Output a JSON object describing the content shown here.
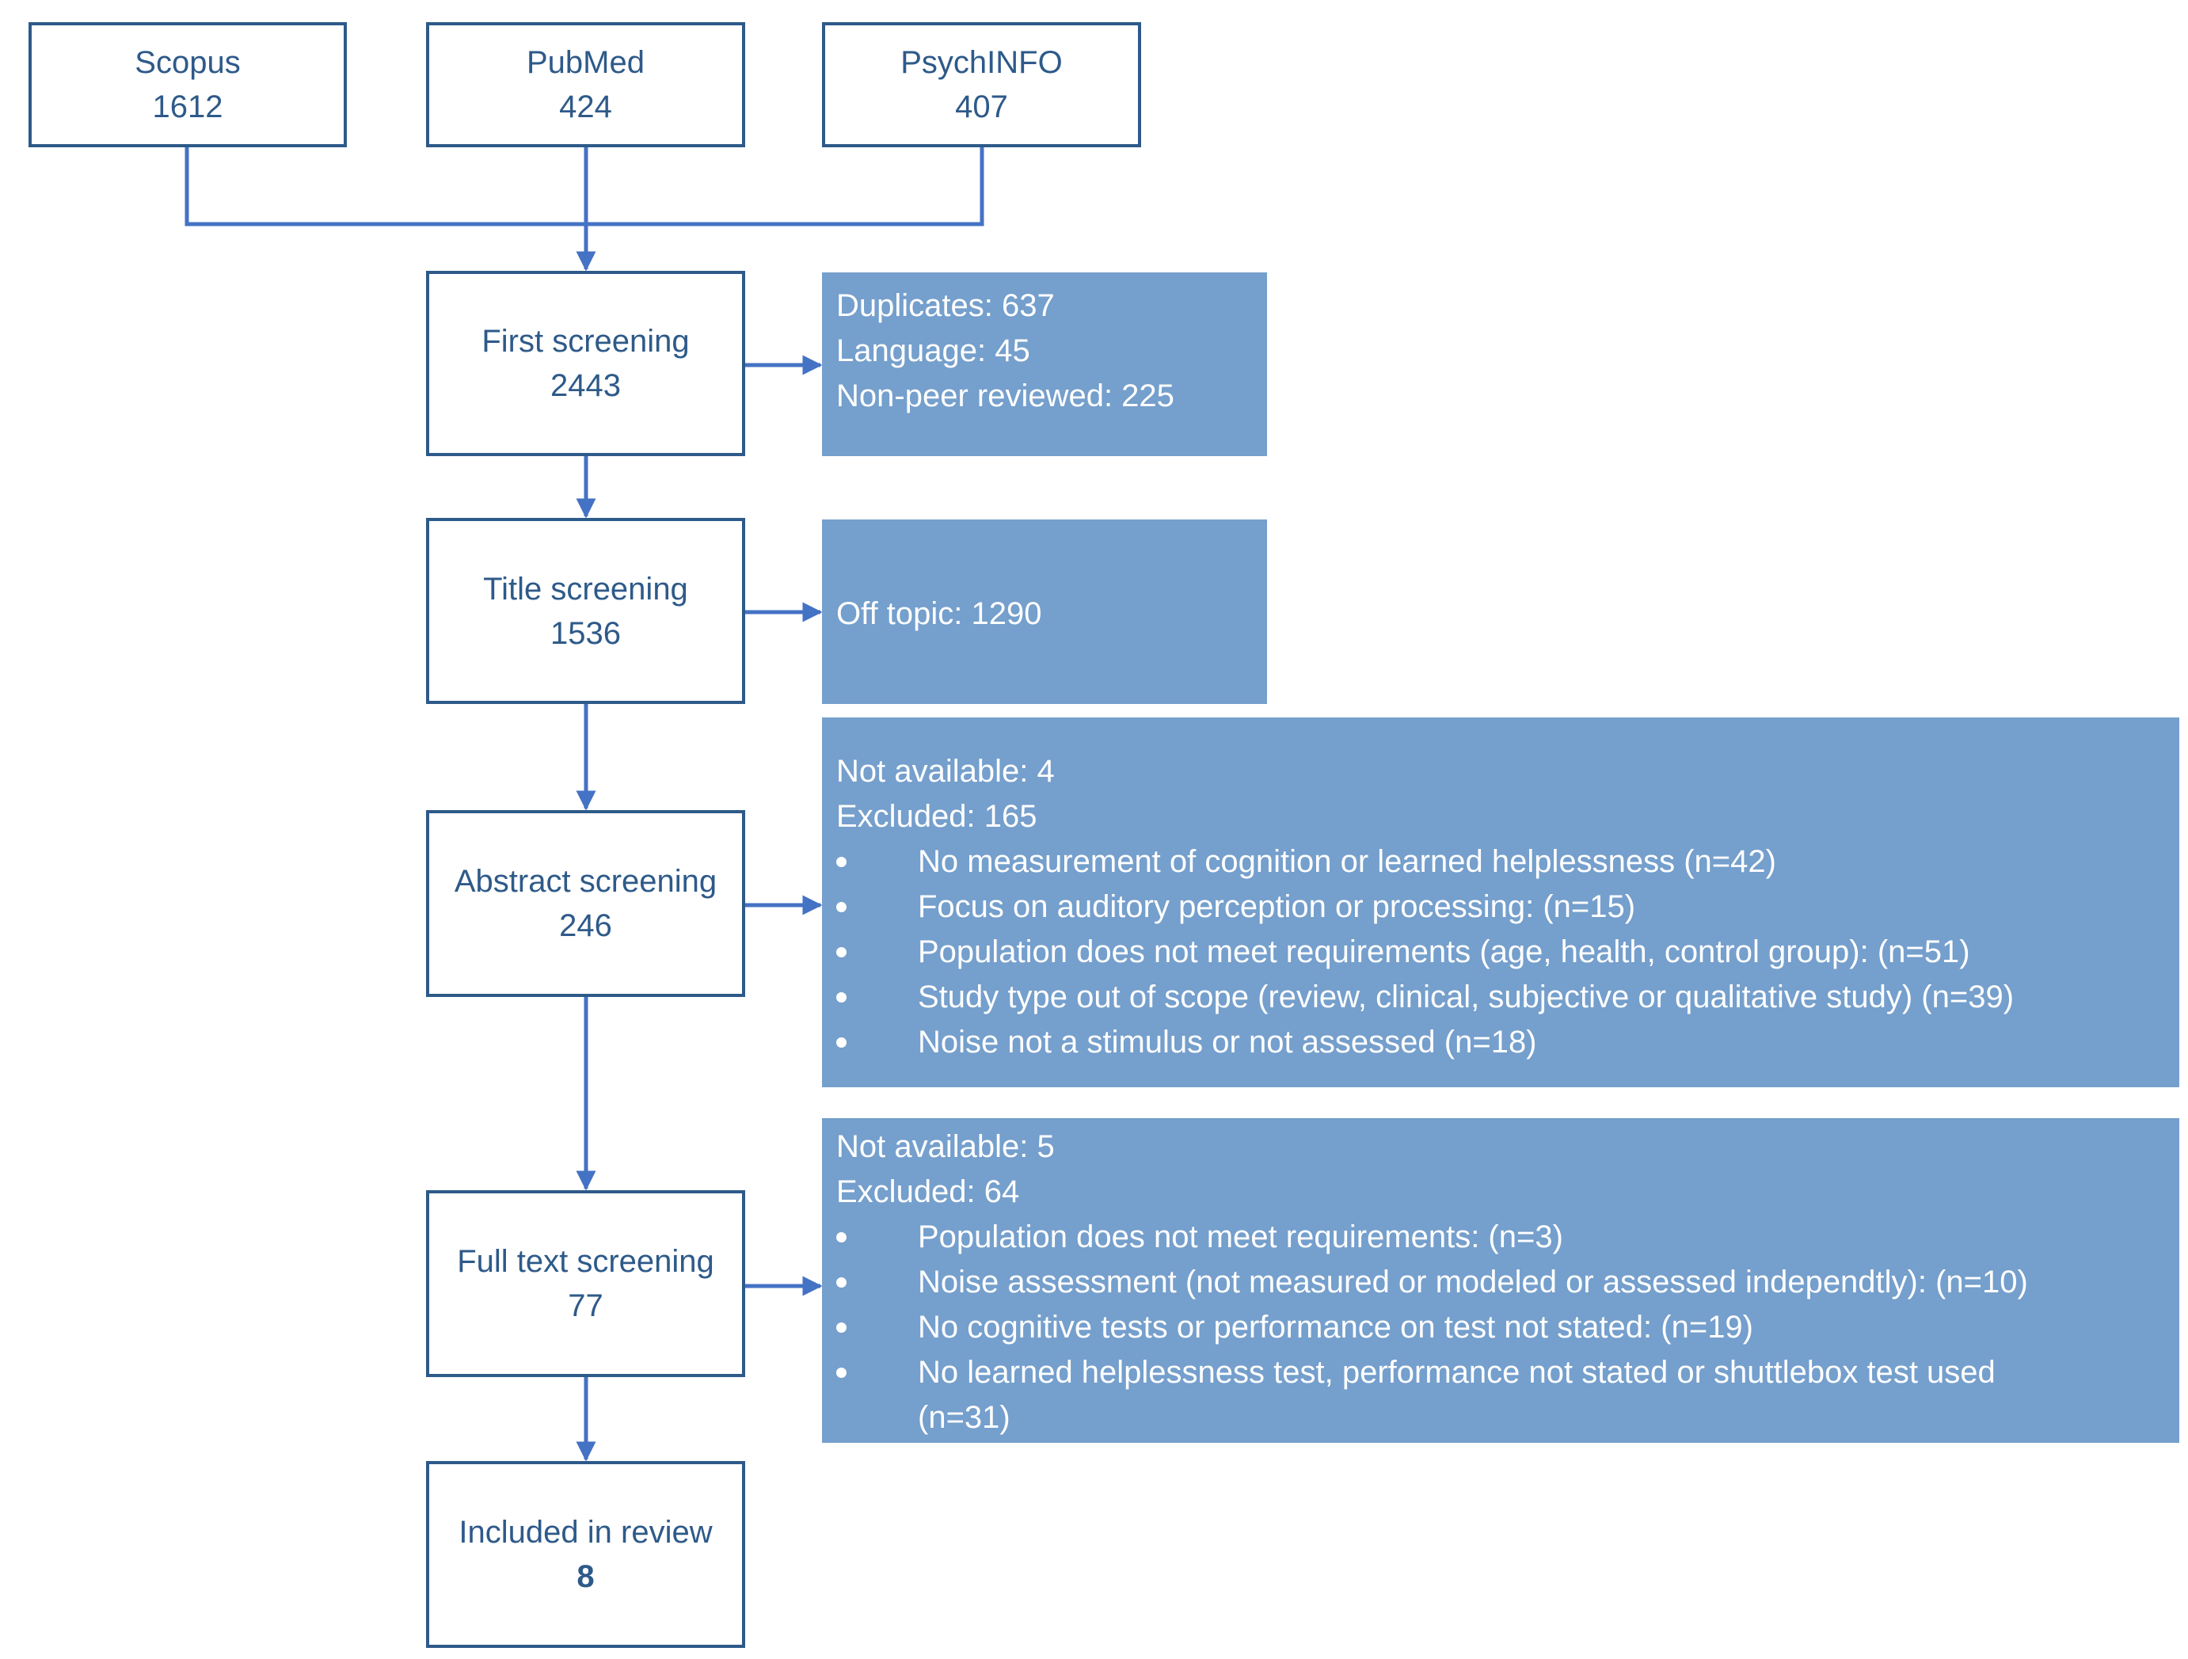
{
  "colors": {
    "stroke": "#2e5a89",
    "arrow": "#4472c4",
    "exclusion_fill": "#759fcc"
  },
  "sources": [
    {
      "label": "Scopus",
      "count": "1612"
    },
    {
      "label": "PubMed",
      "count": "424"
    },
    {
      "label": "PsychINFO",
      "count": "407"
    }
  ],
  "stages": [
    {
      "label": "First screening",
      "count": "2443"
    },
    {
      "label": "Title screening",
      "count": "1536"
    },
    {
      "label": "Abstract screening",
      "count": "246"
    },
    {
      "label": "Full text screening",
      "count": "77"
    },
    {
      "label": "Included in review",
      "count": "8"
    }
  ],
  "exclusions": {
    "first": {
      "lines": [
        "Duplicates: 637",
        "Language: 45",
        "Non-peer reviewed: 225"
      ]
    },
    "title": {
      "lines": [
        "Off topic: 1290"
      ]
    },
    "abstract": {
      "lines": [
        "Not available: 4",
        "Excluded: 165"
      ],
      "bullets": [
        "No measurement of cognition or learned helplessness (n=42)",
        "Focus on auditory perception or processing: (n=15)",
        "Population does not meet requirements (age, health, control group): (n=51)",
        "Study type out of scope (review, clinical, subjective or qualitative study) (n=39)",
        "Noise not a stimulus or not assessed (n=18)"
      ]
    },
    "fulltext": {
      "lines": [
        "Not available: 5",
        "Excluded: 64"
      ],
      "bullets": [
        "Population does not meet requirements: (n=3)",
        "Noise assessment (not measured or modeled or assessed independtly): (n=10)",
        "No cognitive tests or performance on test not stated: (n=19)",
        "No learned helplessness test, performance not stated or shuttlebox test used (n=31)"
      ]
    }
  }
}
